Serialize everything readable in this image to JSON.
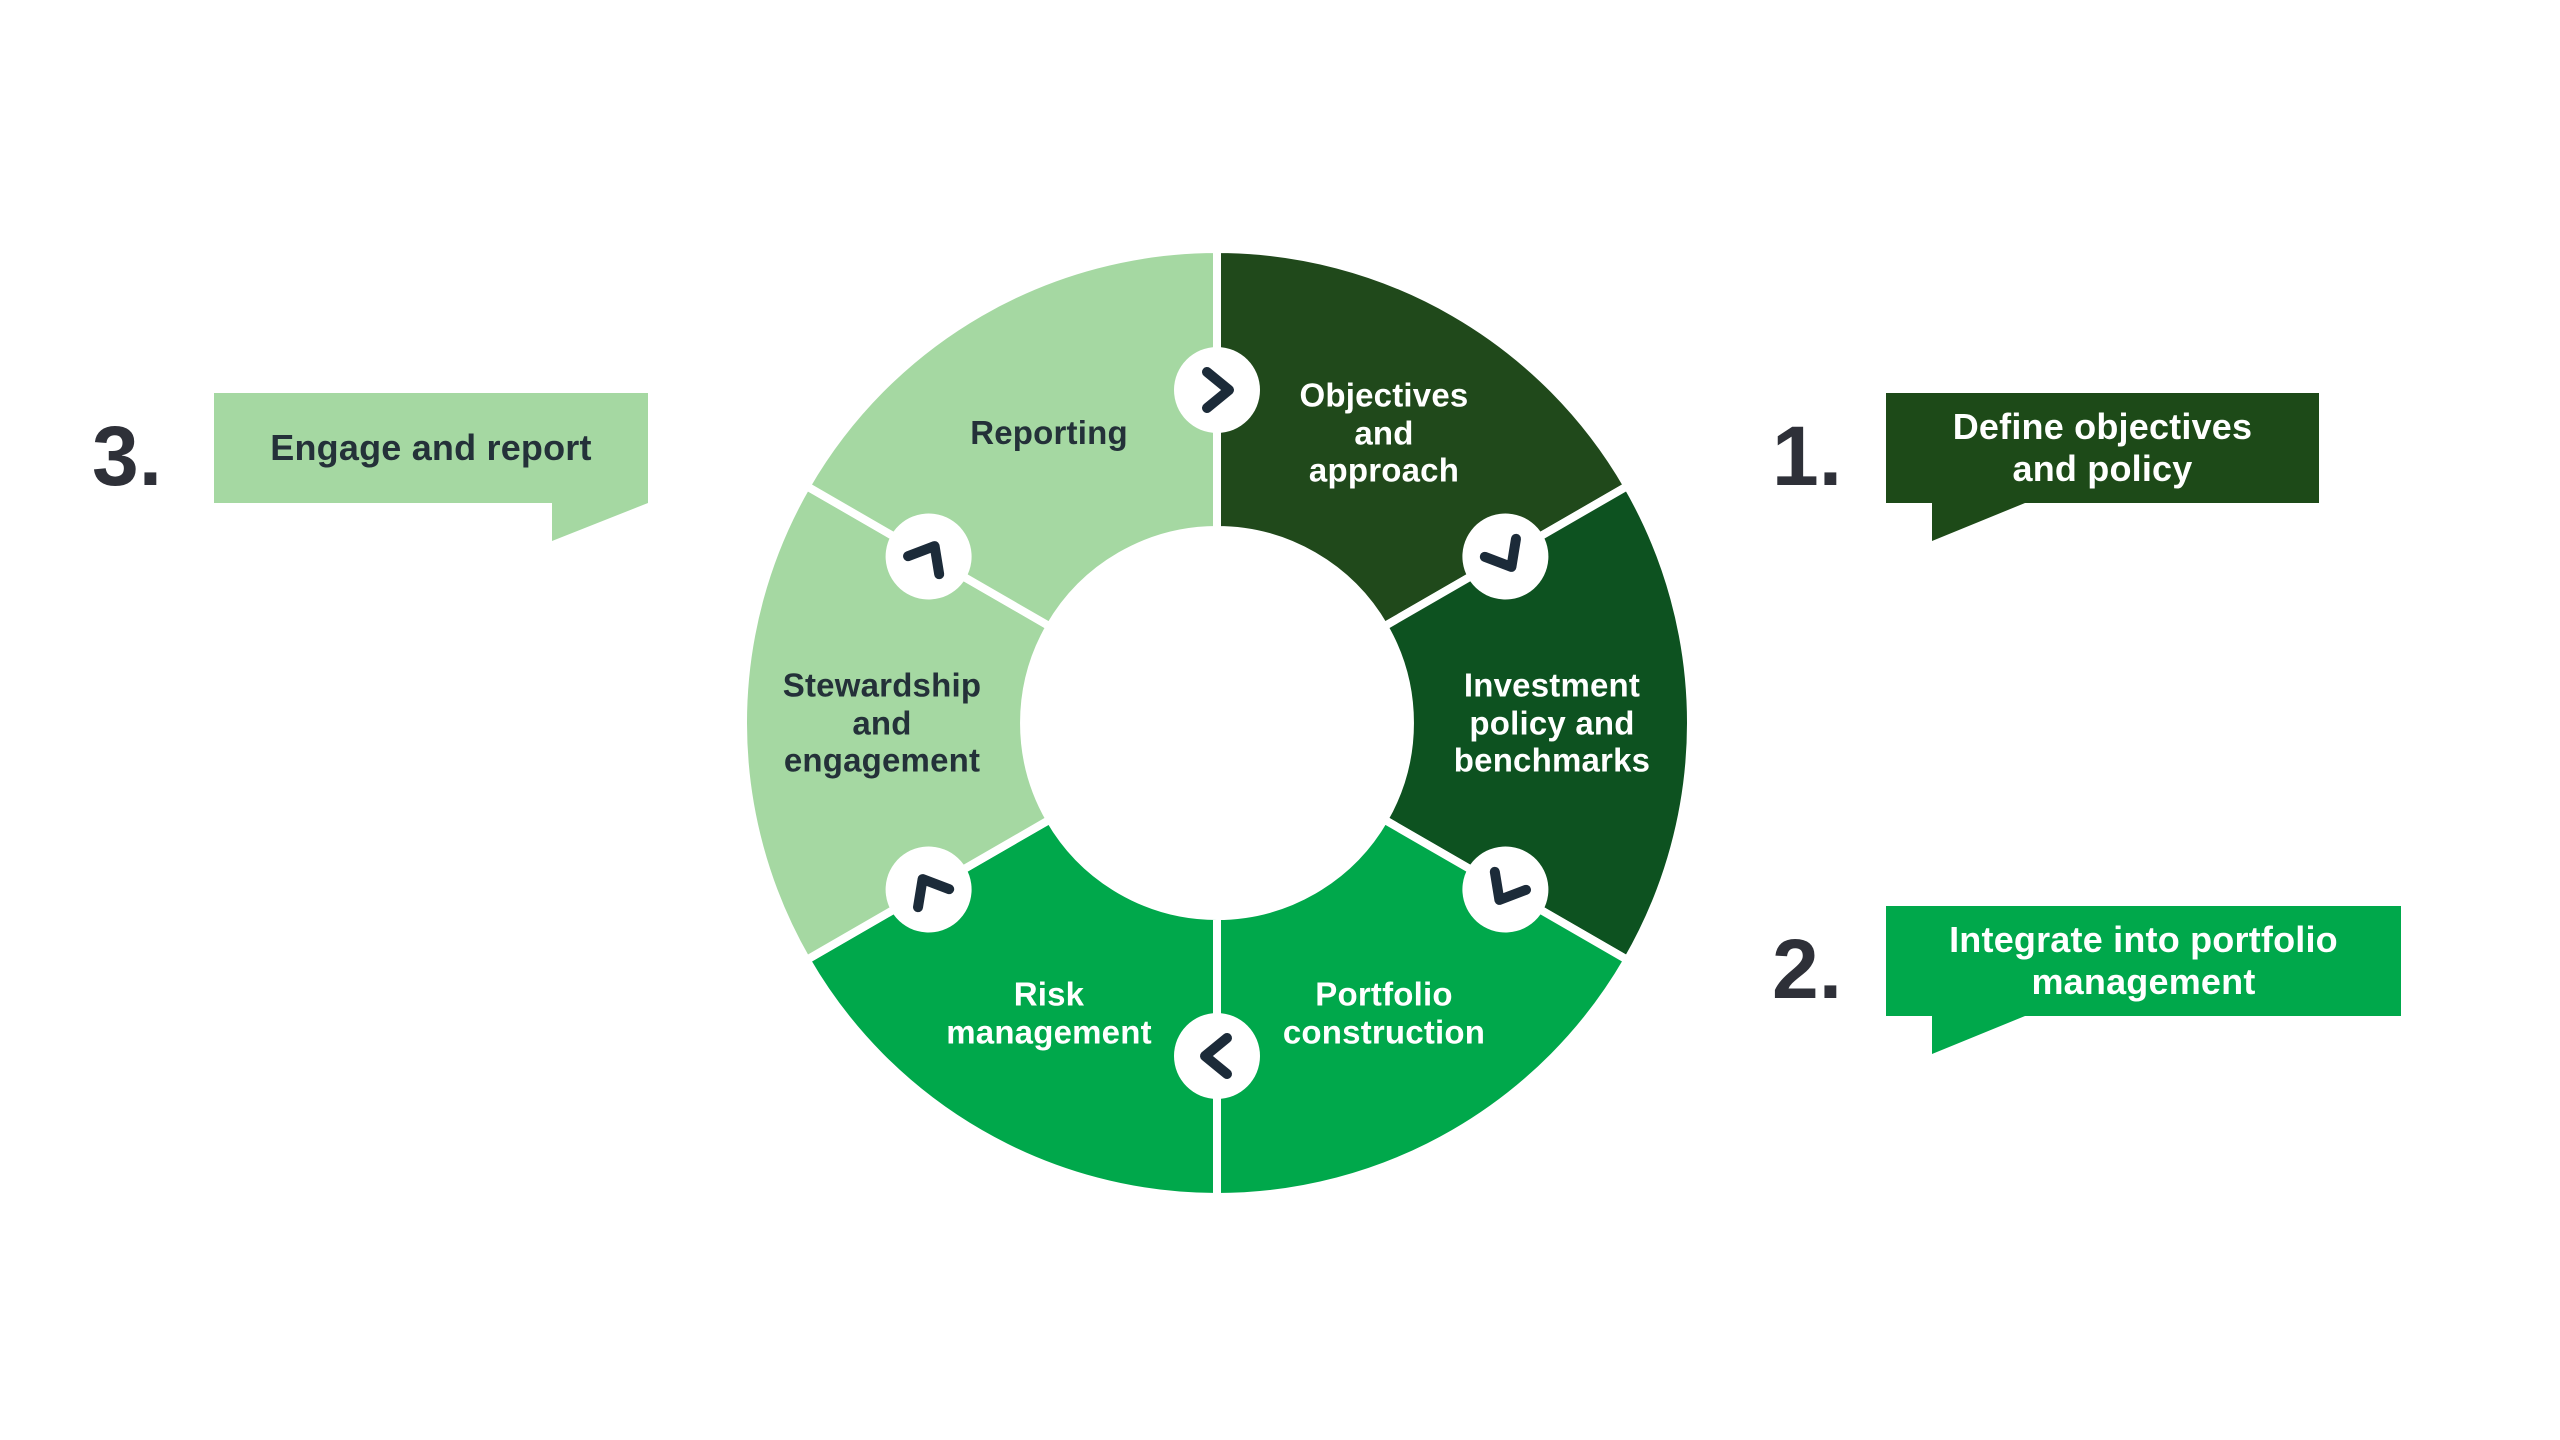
{
  "wheel": {
    "segments": [
      {
        "label": "Objectives\nand\napproach",
        "color": "#20491b"
      },
      {
        "label": "Investment\npolicy and\nbenchmarks",
        "color": "#0d5220"
      },
      {
        "label": "Portfolio\nconstruction",
        "color": "#00a84b"
      },
      {
        "label": "Risk\nmanagement",
        "color": "#00a84b"
      },
      {
        "label": "Stewardship\nand\nengagement",
        "color": "#a5d8a2"
      },
      {
        "label": "Reporting",
        "color": "#a5d8a2"
      }
    ],
    "chevron": {
      "color": "#1c2b39",
      "bg": "#ffffff"
    }
  },
  "callouts": [
    {
      "number": "1.",
      "label": "Define objectives\nand policy",
      "color": "#1d4a18"
    },
    {
      "number": "2.",
      "label": "Integrate into portfolio\nmanagement",
      "color": "#00a84b"
    },
    {
      "number": "3.",
      "label": "Engage and report",
      "color": "#a5d8a2"
    }
  ]
}
